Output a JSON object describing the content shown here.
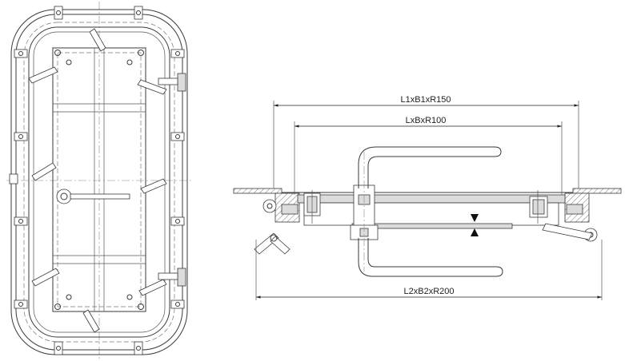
{
  "dimensions": {
    "outer": "L1xB1xR150",
    "clear": "LxBxR100",
    "overall": "L2xB2xR200"
  },
  "colors": {
    "line": "#3a3a3a",
    "fill": "#dcdcdc",
    "background": "#ffffff"
  }
}
